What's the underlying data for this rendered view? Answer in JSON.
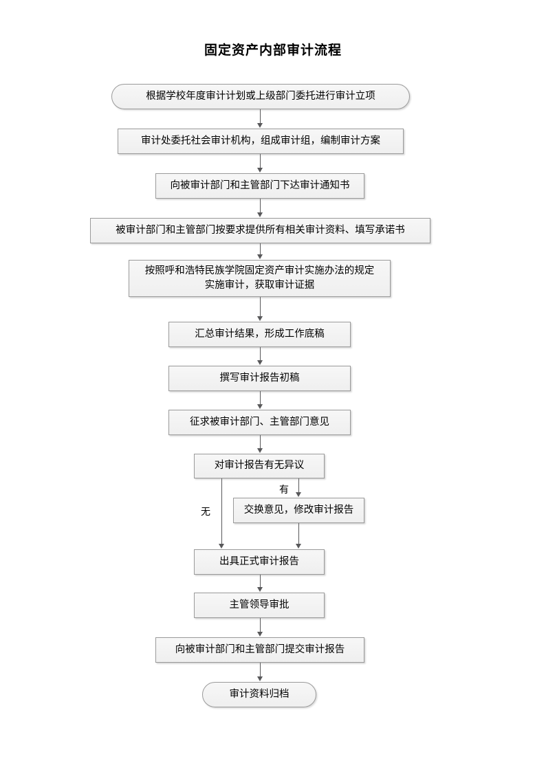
{
  "document": {
    "title": "固定资产内部审计流程"
  },
  "flowchart": {
    "type": "flowchart",
    "orientation": "top-to-bottom",
    "colors": {
      "node_fill": "#f2f2f2",
      "node_border": "#9a9a9a",
      "connector": "#58585a",
      "text": "#000000",
      "background": "#ffffff"
    },
    "nodes": [
      {
        "id": "n1",
        "shape": "terminal",
        "label": "根据学校年度审计计划或上级部门委托进行审计立项"
      },
      {
        "id": "n2",
        "shape": "process",
        "label": "审计处委托社会审计机构，组成审计组，编制审计方案"
      },
      {
        "id": "n3",
        "shape": "process",
        "label": "向被审计部门和主管部门下达审计通知书"
      },
      {
        "id": "n4",
        "shape": "process",
        "label": "被审计部门和主管部门按要求提供所有相关审计资料、填写承诺书"
      },
      {
        "id": "n5",
        "shape": "process",
        "label": "按照呼和浩特民族学院固定资产审计实施办法的规定\n实施审计，获取审计证据"
      },
      {
        "id": "n6",
        "shape": "process",
        "label": "汇总审计结果，形成工作底稿"
      },
      {
        "id": "n7",
        "shape": "process",
        "label": "撰写审计报告初稿"
      },
      {
        "id": "n8",
        "shape": "process",
        "label": "征求被审计部门、主管部门意见"
      },
      {
        "id": "n9",
        "shape": "decision",
        "label": "对审计报告有无异议"
      },
      {
        "id": "n10",
        "shape": "process",
        "label": "交换意见，修改审计报告"
      },
      {
        "id": "n11",
        "shape": "process",
        "label": "出具正式审计报告"
      },
      {
        "id": "n12",
        "shape": "process",
        "label": "主管领导审批"
      },
      {
        "id": "n13",
        "shape": "process",
        "label": "向被审计部门和主管部门提交审计报告"
      },
      {
        "id": "n14",
        "shape": "terminal",
        "label": "审计资料归档"
      }
    ],
    "branch_labels": {
      "yes": "有",
      "no": "无"
    },
    "edges": [
      {
        "from": "n1",
        "to": "n2",
        "label": ""
      },
      {
        "from": "n2",
        "to": "n3",
        "label": ""
      },
      {
        "from": "n3",
        "to": "n4",
        "label": ""
      },
      {
        "from": "n4",
        "to": "n5",
        "label": ""
      },
      {
        "from": "n5",
        "to": "n6",
        "label": ""
      },
      {
        "from": "n6",
        "to": "n7",
        "label": ""
      },
      {
        "from": "n7",
        "to": "n8",
        "label": ""
      },
      {
        "from": "n8",
        "to": "n9",
        "label": ""
      },
      {
        "from": "n9",
        "to": "n10",
        "label": "有"
      },
      {
        "from": "n9",
        "to": "n11",
        "label": "无"
      },
      {
        "from": "n10",
        "to": "n11",
        "label": ""
      },
      {
        "from": "n11",
        "to": "n12",
        "label": ""
      },
      {
        "from": "n12",
        "to": "n13",
        "label": ""
      },
      {
        "from": "n13",
        "to": "n14",
        "label": ""
      }
    ]
  }
}
